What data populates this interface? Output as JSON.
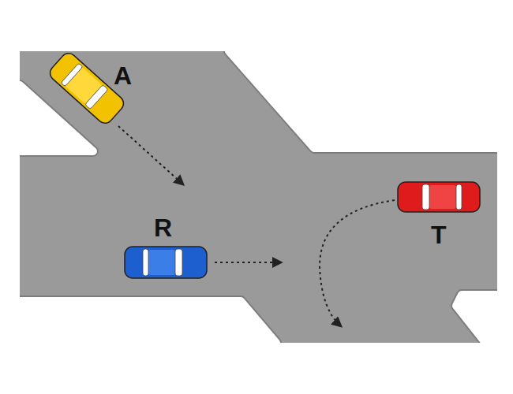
{
  "diagram": {
    "labels": [
      "A",
      "R",
      "T"
    ]
  }
}
